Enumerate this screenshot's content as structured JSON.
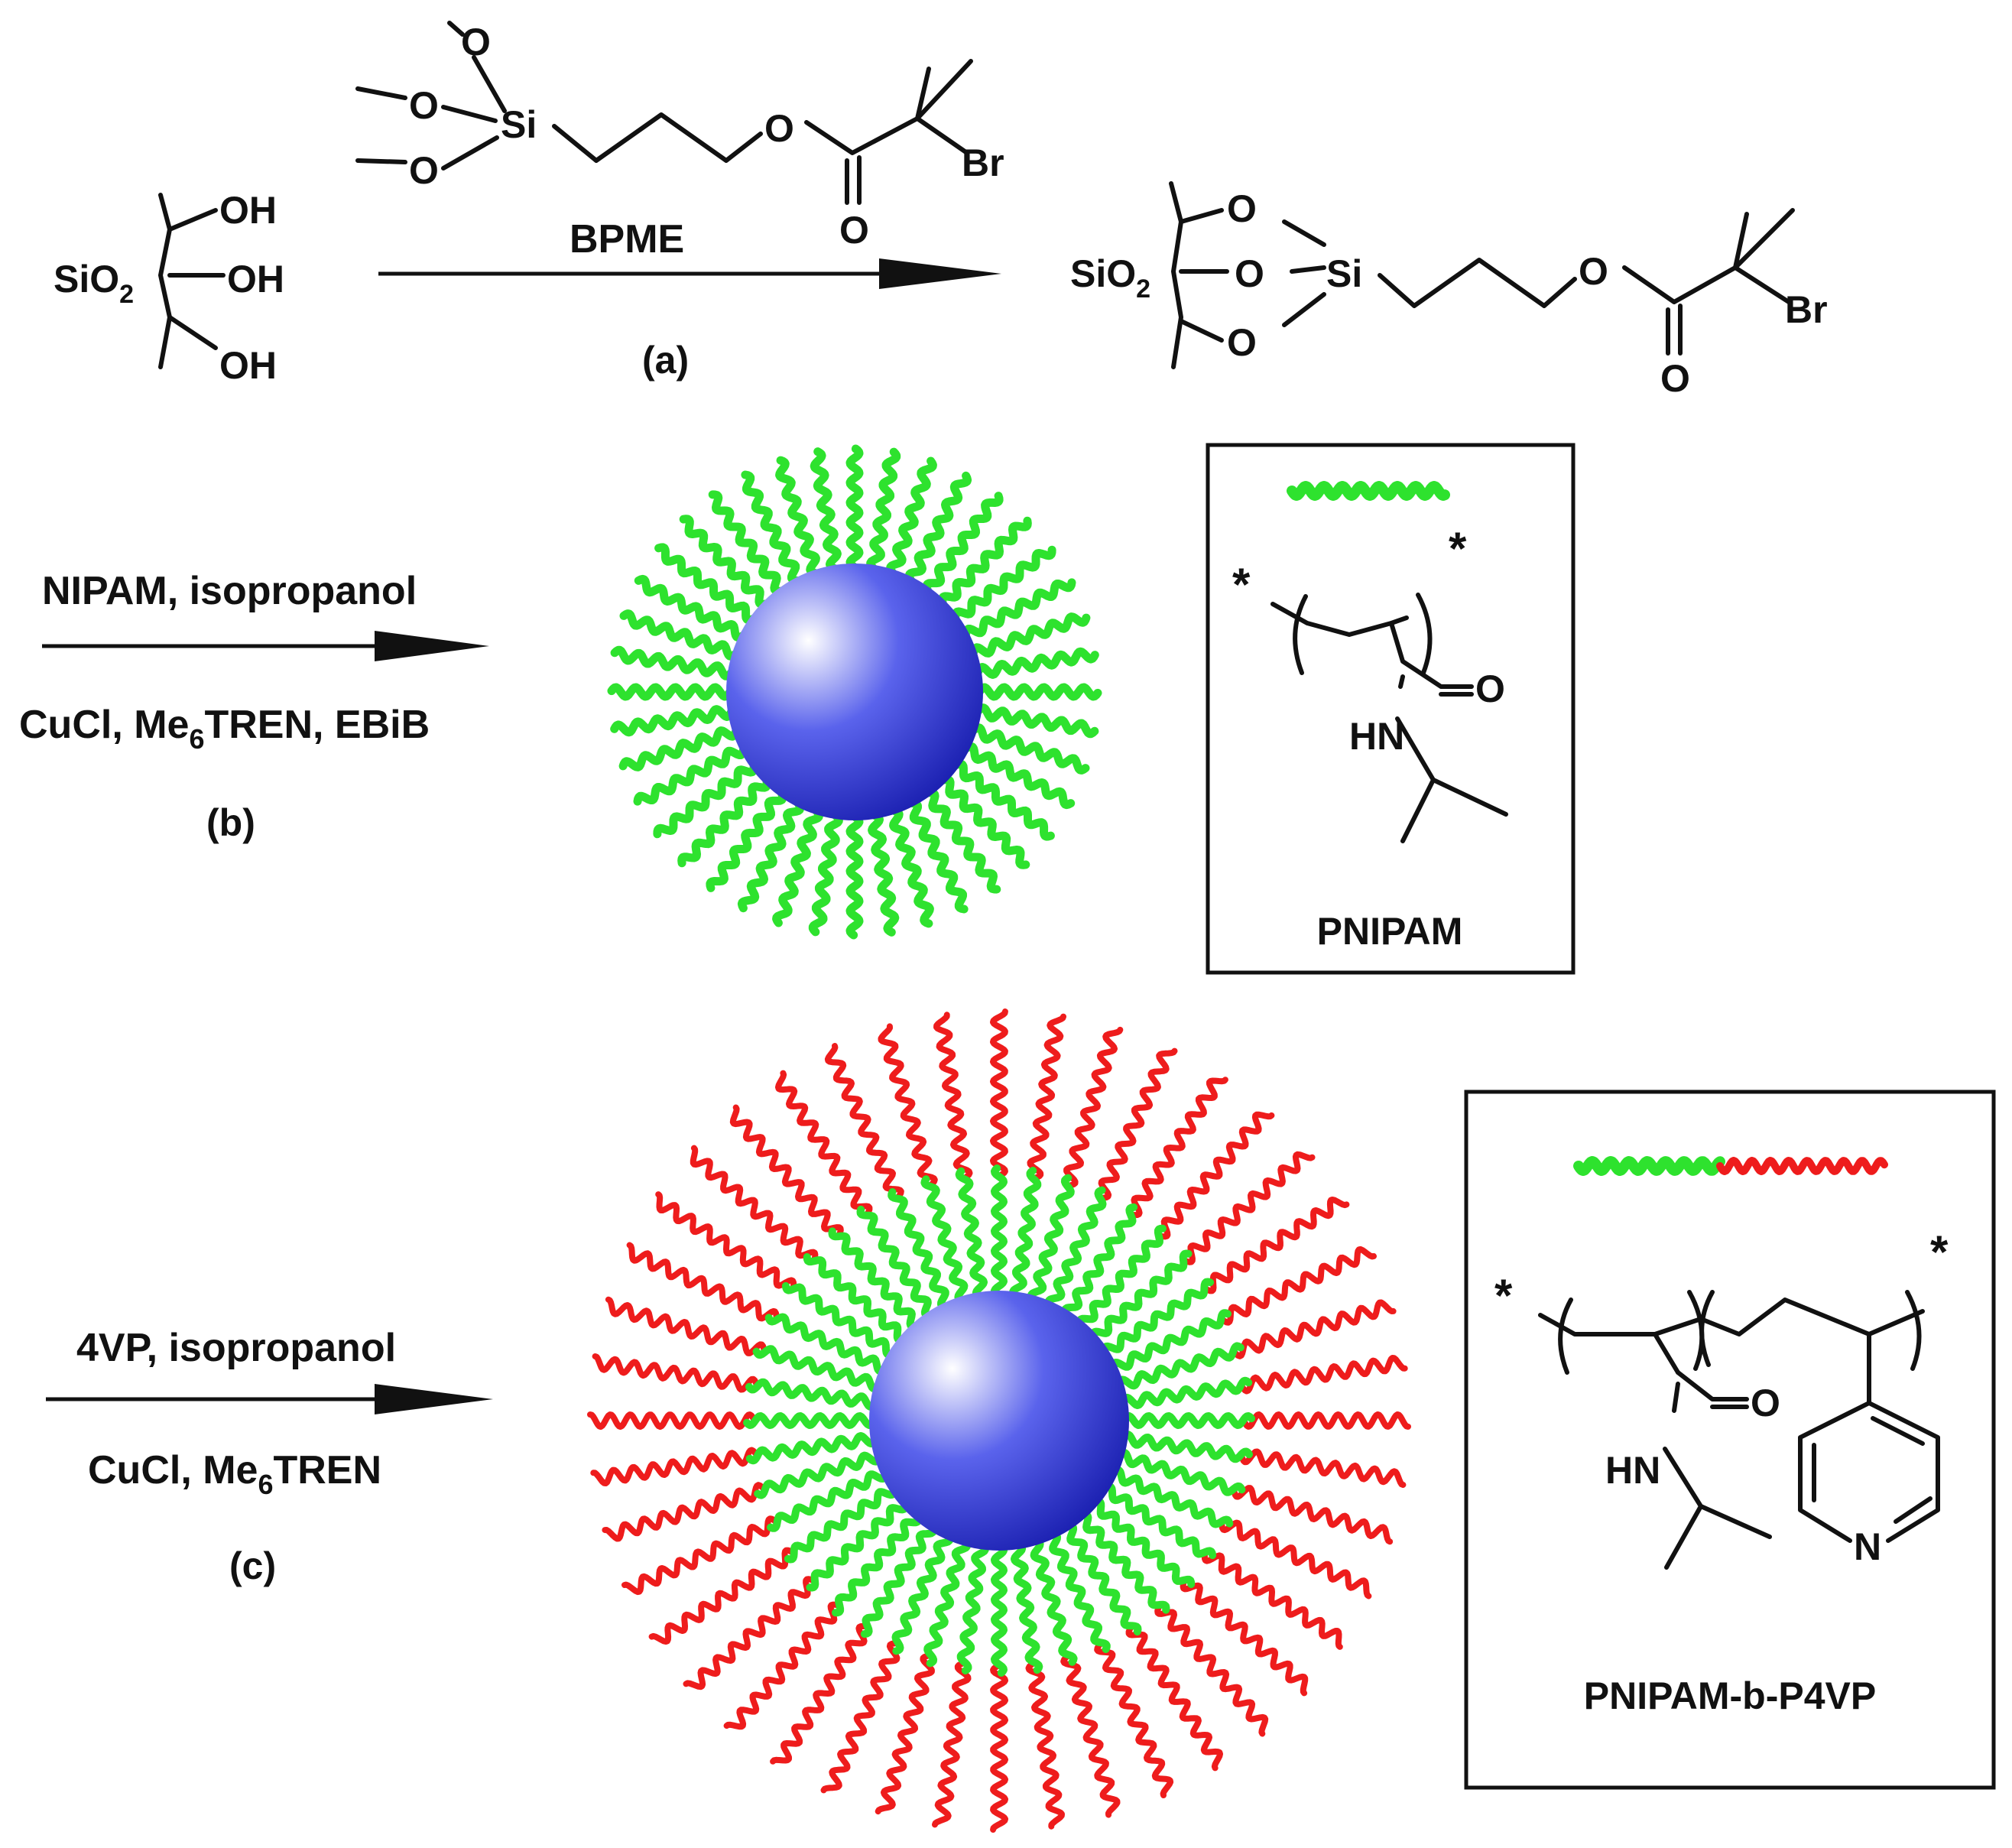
{
  "step_a": {
    "reagent": "BPME",
    "tag": "(a)",
    "si_atom": "Si",
    "ester_o": "O",
    "carbonyl_o": "O",
    "bromine": "Br",
    "methoxy_o": "O"
  },
  "silica": {
    "label": "SiO",
    "label_sub": "2",
    "hydroxyl": "OH",
    "bridge_o": "O",
    "si_atom": "Si",
    "ester_o": "O",
    "carbonyl_o": "O",
    "bromine": "Br"
  },
  "step_b": {
    "line1": "NIPAM, isopropanol",
    "line2_a": "CuCl, Me",
    "line2_sub": "6",
    "line2_b": "TREN, EBiB",
    "tag": "(b)"
  },
  "step_c": {
    "line1": "4VP, isopropanol",
    "line2_a": "CuCl, Me",
    "line2_sub": "6",
    "line2_b": "TREN",
    "tag": "(c)"
  },
  "pnipam_box": {
    "name": "PNIPAM",
    "star": "*",
    "carbonyl_o": "O",
    "amide_nh": "HN"
  },
  "block_box": {
    "name": "PNIPAM-b-P4VP",
    "star": "*",
    "carbonyl_o": "O",
    "amide_nh": "HN",
    "pyridine_n": "N"
  },
  "colors": {
    "core_light": "#ffffff",
    "core_mid": "#5a63ec",
    "core_dark": "#1a1fb0",
    "pnipam_chain": "#2ee22e",
    "p4vp_chain": "#ee1c1c",
    "ink": "#111111"
  },
  "brush_particles": {
    "pnipam_chain_count": 40,
    "block_chain_count": 44
  }
}
